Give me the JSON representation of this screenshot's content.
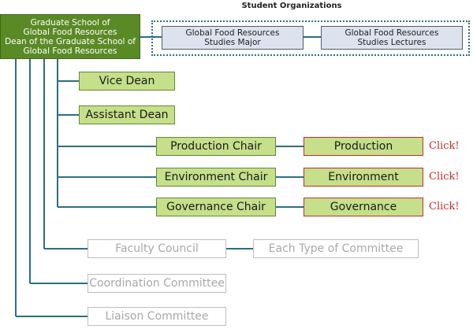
{
  "root": {
    "line1": "Graduate School of",
    "line2": "Global Food Resources",
    "line3": "Dean of the Graduate School of",
    "line4": "Global Food Resources"
  },
  "student_orgs": {
    "title": "Student Organizations",
    "major": {
      "line1": "Global Food Resources",
      "line2": "Studies Major"
    },
    "lectures": {
      "line1": "Global Food Resources",
      "line2": "Studies Lectures"
    }
  },
  "positions": {
    "vice_dean": "Vice Dean",
    "assistant_dean": "Assistant Dean",
    "production_chair": "Production Chair",
    "environment_chair": "Environment Chair",
    "governance_chair": "Governance Chair"
  },
  "groups": {
    "production": "Production",
    "environment": "Environment",
    "governance": "Governance"
  },
  "click_label": "Click!",
  "committees": {
    "faculty_council": "Faculty Council",
    "each_type": "Each Type of Committee",
    "coordination": "Coordination Committee",
    "liaison": "Liaison Committee"
  }
}
